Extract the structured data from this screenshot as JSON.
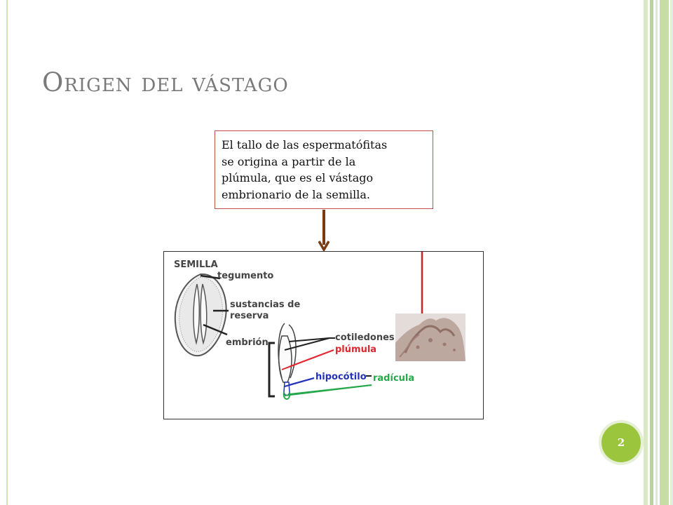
{
  "slide": {
    "title": "Origen del vástago",
    "callout": [
      "El tallo de las espermatófitas",
      "se origina a partir de la",
      "plúmula, que es el vástago",
      "embrionario de la semilla."
    ],
    "page_number": "2"
  },
  "figure": {
    "labels": {
      "semilla": "SEMILLA",
      "tegumento": "tegumento",
      "sustancias_1": "sustancias de",
      "sustancias_2": "reserva",
      "embrion": "embrión",
      "cotiledones": "cotiledones",
      "plumula": "plúmula",
      "hipocotilo": "hipocótilo",
      "radicula": "radícula"
    },
    "colors": {
      "plumula": "#e0262f",
      "hipocotilo": "#2433b8",
      "radicula": "#25a84a",
      "arrow": "#7a3a12",
      "accent": "#9bc53d"
    }
  }
}
